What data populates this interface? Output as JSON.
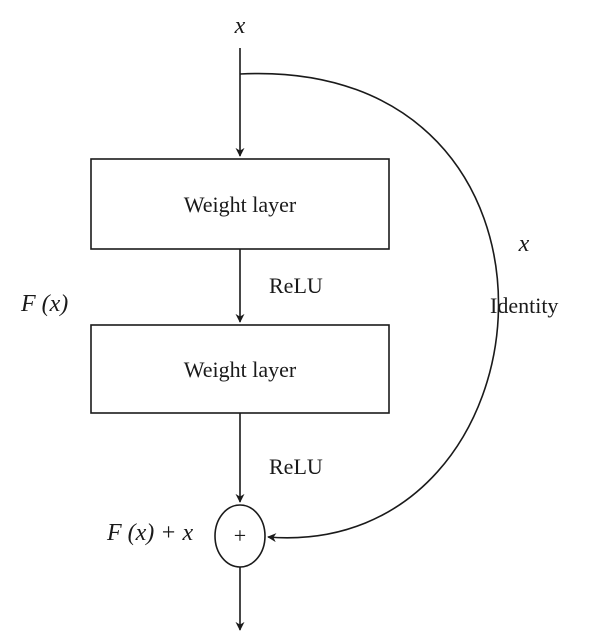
{
  "diagram": {
    "input_label": "x",
    "blocks": [
      {
        "label": "Weight layer"
      },
      {
        "label": "Weight layer"
      }
    ],
    "activations": [
      {
        "label": "ReLU"
      },
      {
        "label": "ReLU"
      }
    ],
    "residual_label": "F (x)",
    "skip": {
      "symbol": "x",
      "label": "Identity"
    },
    "sum": {
      "label": "F (x) + x",
      "symbol": "+"
    }
  }
}
